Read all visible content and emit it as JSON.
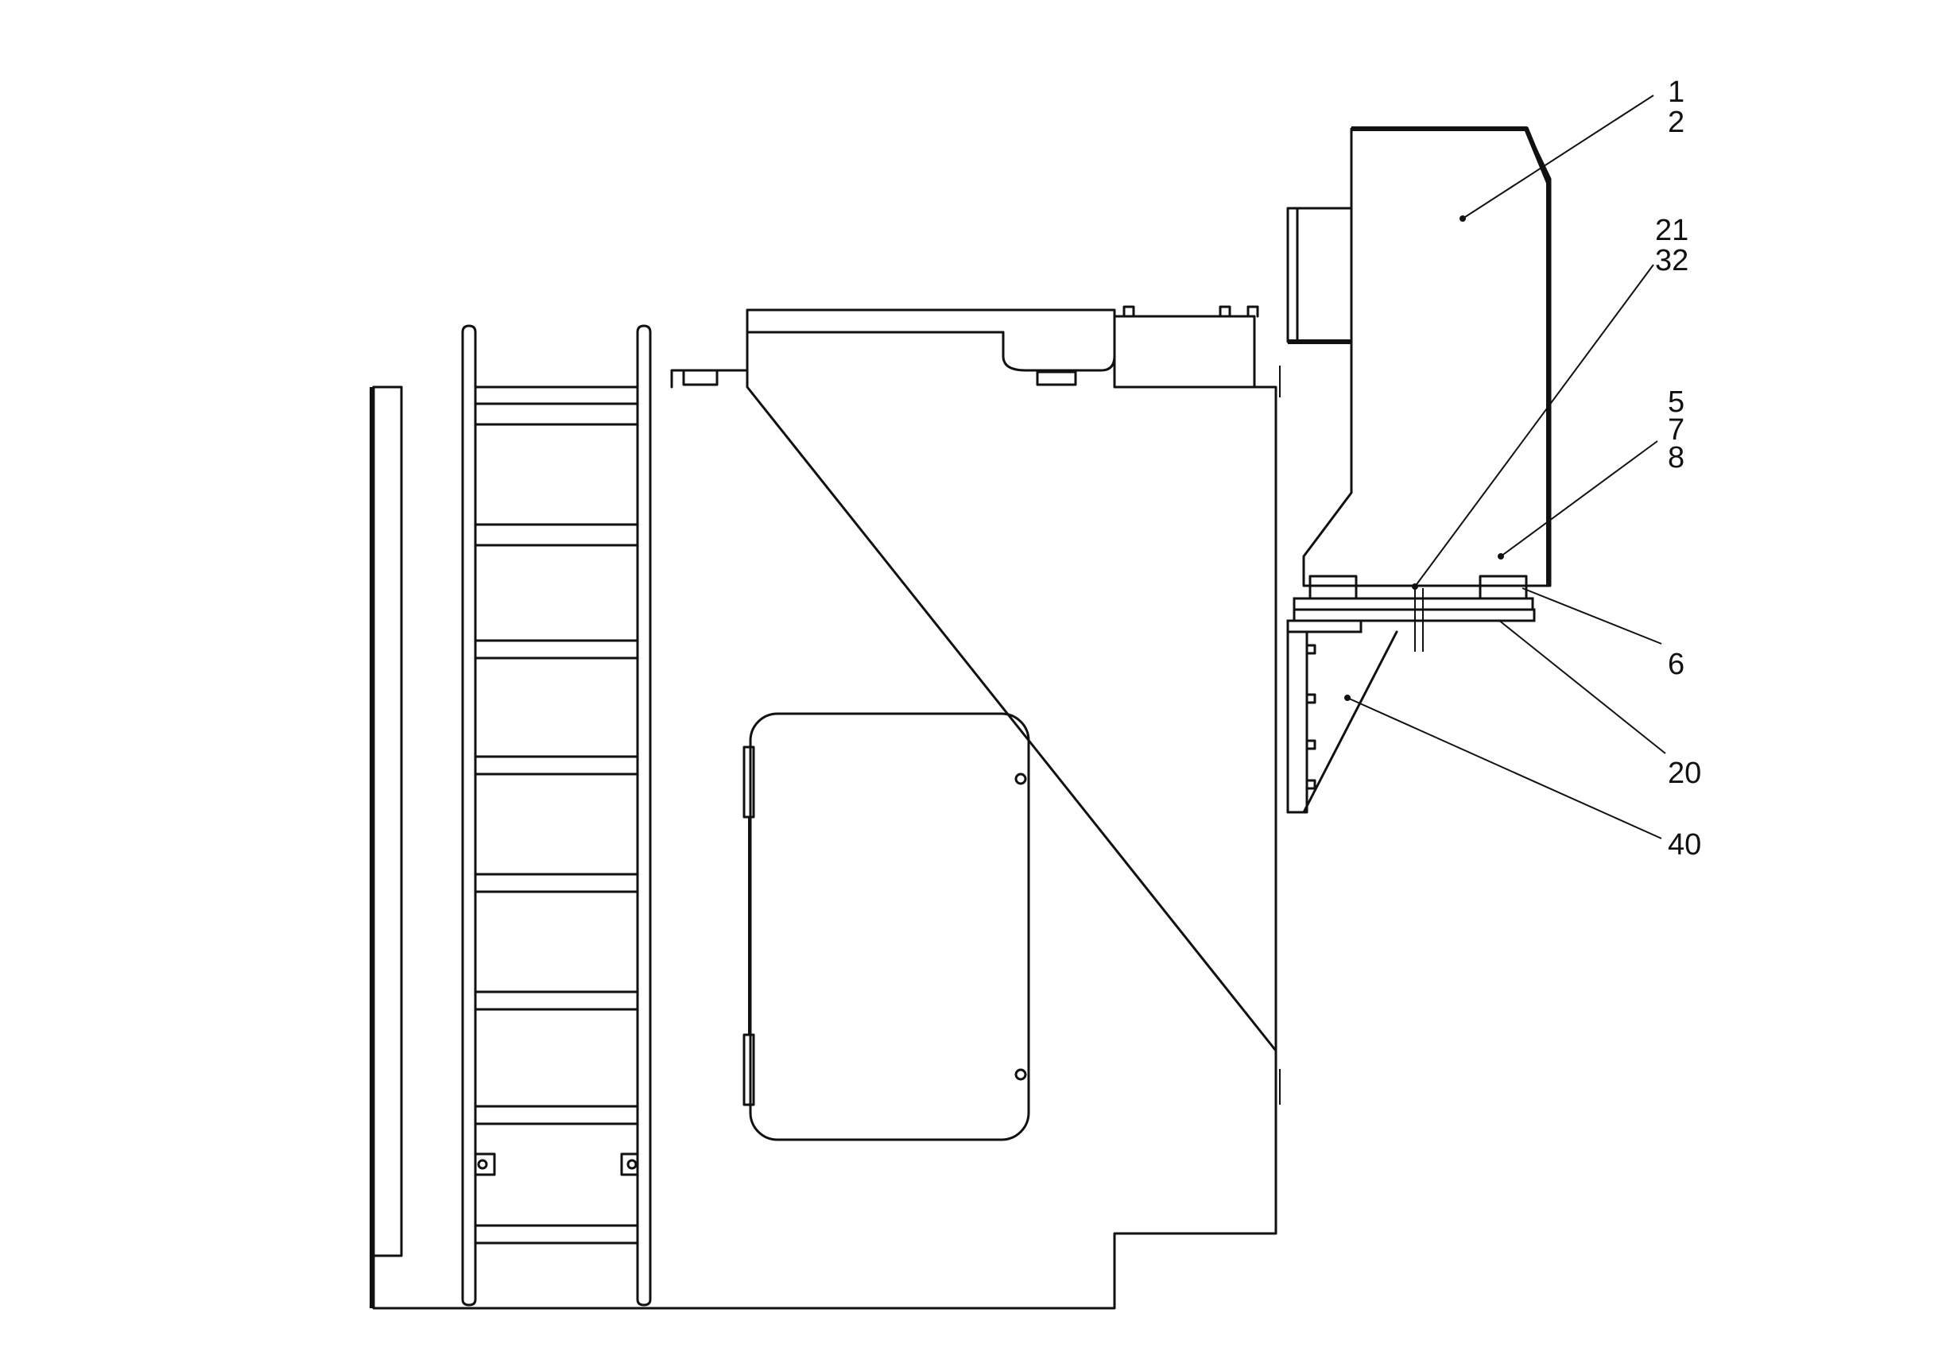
{
  "callouts": [
    {
      "id": "A",
      "labels": [
        "1",
        "2"
      ]
    },
    {
      "id": "B",
      "labels": [
        "21",
        "32"
      ]
    },
    {
      "id": "C",
      "labels": [
        "5",
        "7",
        "8"
      ]
    },
    {
      "id": "D",
      "labels": [
        "6"
      ]
    },
    {
      "id": "E",
      "labels": [
        "20"
      ]
    },
    {
      "id": "F",
      "labels": [
        "40"
      ]
    }
  ],
  "colors": {
    "line": "#111111",
    "background": "#ffffff"
  }
}
